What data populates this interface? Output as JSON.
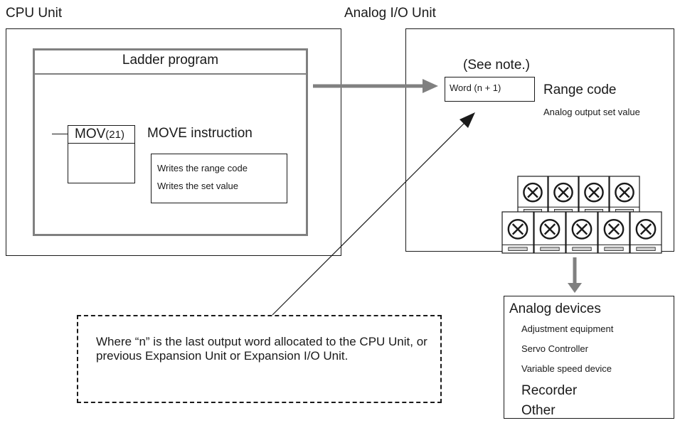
{
  "cpu_unit": {
    "title": "CPU Unit",
    "ladder_program": "Ladder program",
    "instruction_name": "MOV",
    "instruction_code": "(21)",
    "instruction_desc": "MOVE instruction",
    "notes": [
      "Writes the range code",
      "Writes the set value"
    ]
  },
  "analog_io_unit": {
    "title": "Analog I/O Unit",
    "see_note": "(See note.)",
    "word_label": "Word (n + 1)",
    "range_code": "Range code",
    "output_set_value": "Analog output set value"
  },
  "analog_devices": {
    "title": "Analog devices",
    "items": [
      "Adjustment equipment",
      "Servo Controller",
      "Variable speed device",
      "Recorder",
      "Other"
    ]
  },
  "footnote": "Where “n” is the last output word allocated to the CPU Unit, or previous Expansion Unit or Expansion I/O Unit.",
  "colors": {
    "line": "#1a1a1a",
    "gray_arrow": "#808080",
    "inner_gray": "#808080"
  }
}
